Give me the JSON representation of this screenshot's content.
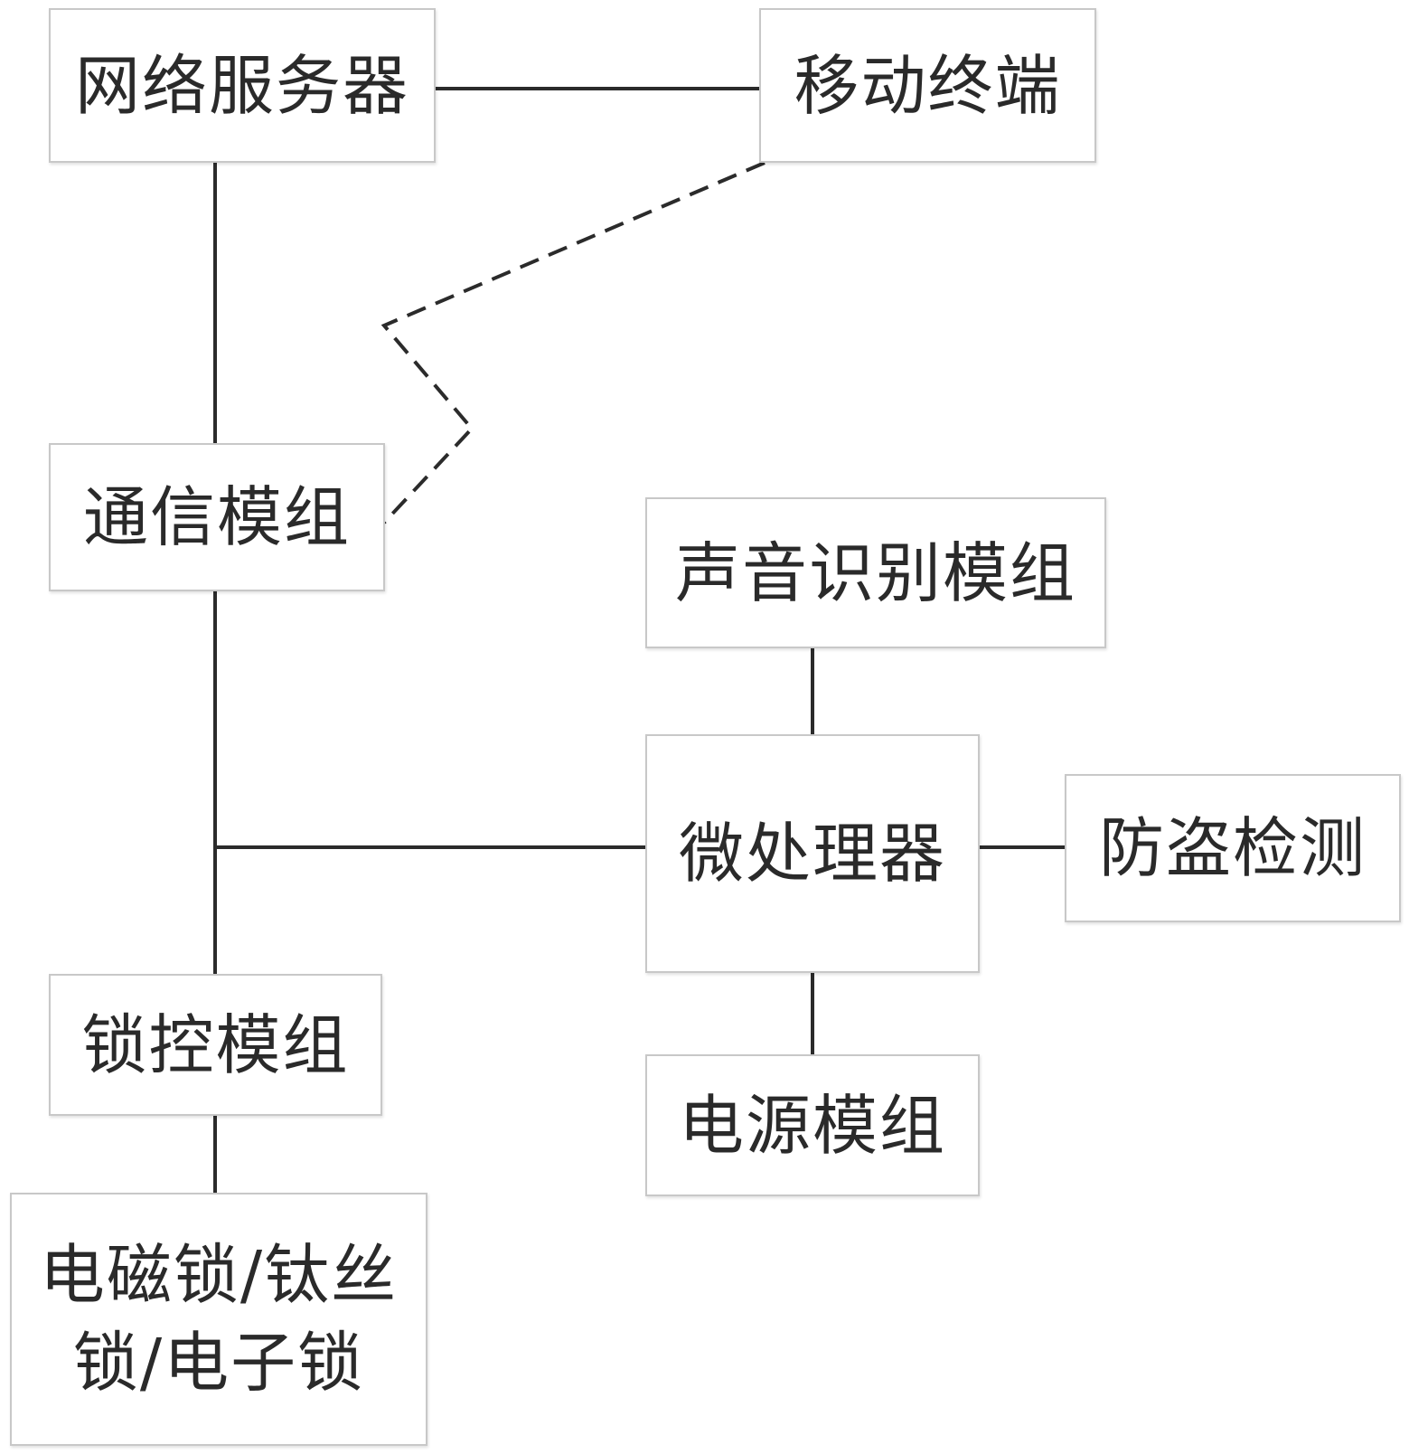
{
  "diagram": {
    "nodes": {
      "network_server": "网络服务器",
      "mobile_terminal": "移动终端",
      "comm_module": "通信模组",
      "voice_module": "声音识别模组",
      "microprocessor": "微处理器",
      "antitheft": "防盗检测",
      "lock_control": "锁控模组",
      "power_module": "电源模组",
      "lock_types_line1": "电磁锁/钛丝",
      "lock_types_line2": "锁/电子锁"
    },
    "connections": [
      {
        "from": "network_server",
        "to": "mobile_terminal",
        "style": "solid"
      },
      {
        "from": "network_server",
        "to": "comm_module",
        "style": "solid"
      },
      {
        "from": "mobile_terminal",
        "to": "comm_module",
        "style": "dashed-zigzag"
      },
      {
        "from": "comm_module",
        "to": "lock_control",
        "style": "solid"
      },
      {
        "from": "comm_module",
        "to": "microprocessor",
        "style": "solid"
      },
      {
        "from": "voice_module",
        "to": "microprocessor",
        "style": "solid"
      },
      {
        "from": "microprocessor",
        "to": "antitheft",
        "style": "solid"
      },
      {
        "from": "microprocessor",
        "to": "power_module",
        "style": "solid"
      },
      {
        "from": "lock_control",
        "to": "lock_types",
        "style": "solid"
      }
    ],
    "line_color": "#2b2b2b",
    "border_color": "#c8c8c8"
  }
}
